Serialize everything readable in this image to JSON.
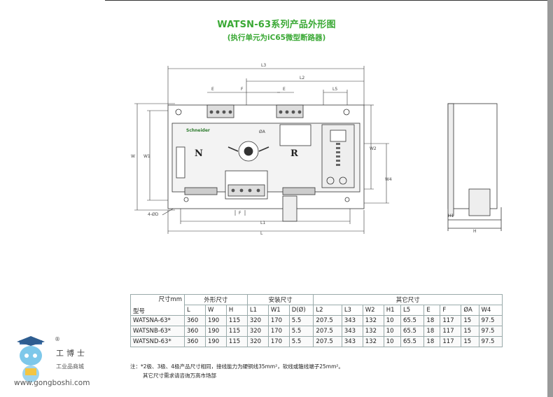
{
  "title": "WATSN-63系列产品外形图",
  "subtitle": "(执行单元为iC65微型断路器)",
  "drawing": {
    "labels": {
      "L": "L",
      "L1": "L1",
      "L2": "L2",
      "L3": "L3",
      "L5": "L5",
      "W": "W",
      "W1": "W1",
      "W2": "W2",
      "W4": "W4",
      "H": "H",
      "H1": "H1",
      "E": "E",
      "F": "F",
      "OA": "ØA",
      "mount": "4-ØD",
      "N": "N",
      "R": "R",
      "brand": "Schneider"
    }
  },
  "table": {
    "corner_top": "尺寸mm",
    "corner_bottom": "型号",
    "groups": [
      {
        "label": "外形尺寸",
        "span": 3
      },
      {
        "label": "安装尺寸",
        "span": 3
      },
      {
        "label": "其它尺寸",
        "span": 9
      }
    ],
    "columns": [
      "L",
      "W",
      "H",
      "L1",
      "W1",
      "D(Ø)",
      "L2",
      "L3",
      "W2",
      "H1",
      "L5",
      "E",
      "F",
      "ØA",
      "W4"
    ],
    "rows": [
      {
        "model": "WATSNA-63*",
        "values": [
          "360",
          "190",
          "115",
          "320",
          "170",
          "5.5",
          "207.5",
          "343",
          "132",
          "10",
          "65.5",
          "18",
          "117",
          "15",
          "97.5"
        ]
      },
      {
        "model": "WATSNB-63*",
        "values": [
          "360",
          "190",
          "115",
          "320",
          "170",
          "5.5",
          "207.5",
          "343",
          "132",
          "10",
          "65.5",
          "18",
          "117",
          "15",
          "97.5"
        ]
      },
      {
        "model": "WATSND-63*",
        "values": [
          "360",
          "190",
          "115",
          "320",
          "170",
          "5.5",
          "207.5",
          "343",
          "132",
          "10",
          "65.5",
          "18",
          "117",
          "15",
          "97.5"
        ]
      }
    ]
  },
  "notes": {
    "line1": "注：*2极、3极、4极产品尺寸相同，接线能力为硬铜线35mm²，软线或箍线端子25mm²。",
    "line2": "其它尺寸需求请咨询万高市场部"
  },
  "watermark": {
    "name": "工博士",
    "sub": "工业品商城",
    "url": "www.gongboshi.com",
    "reg": "®"
  }
}
